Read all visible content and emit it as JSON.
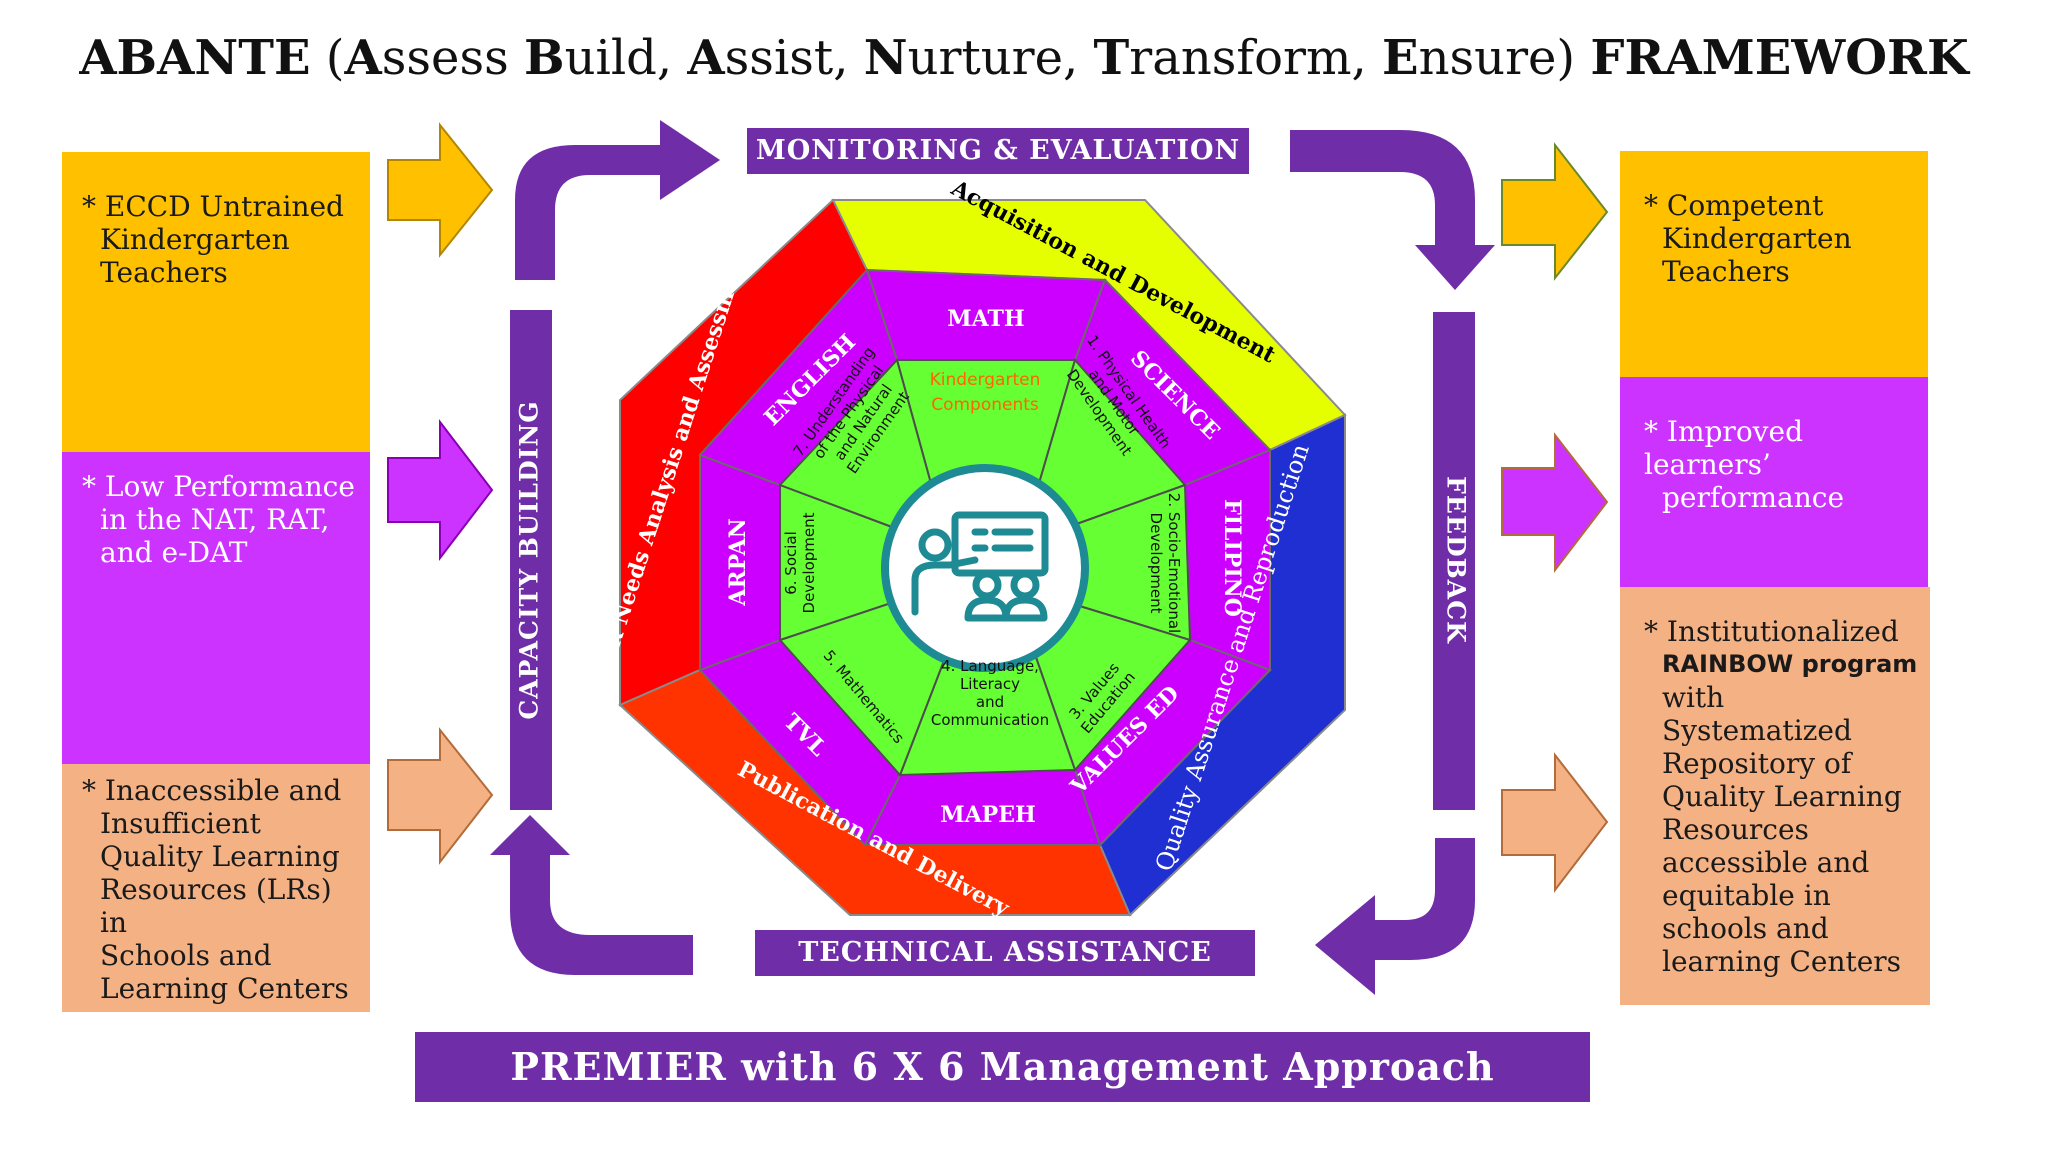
{
  "title": {
    "prefix": "ABANTE",
    "acronym": [
      {
        "cap": "A",
        "rest": "ssess "
      },
      {
        "cap": "B",
        "rest": "uild, "
      },
      {
        "cap": "A",
        "rest": "ssist, "
      },
      {
        "cap": "N",
        "rest": "urture, "
      },
      {
        "cap": "T",
        "rest": "ransform, "
      },
      {
        "cap": "E",
        "rest": "nsure"
      }
    ],
    "suffix": "FRAMEWORK"
  },
  "inputs": [
    {
      "lines": [
        "ECCD Untrained",
        "Kindergarten",
        "Teachers"
      ],
      "color": "#ffc000"
    },
    {
      "lines": [
        "Low Performance",
        "in the NAT, RAT,",
        "and e-DAT"
      ],
      "color": "#cc33ff"
    },
    {
      "lines": [
        "Inaccessible and",
        "Insufficient",
        "Quality  Learning",
        "Resources (LRs) in",
        "Schools and",
        "Learning Centers"
      ],
      "color": "#f4b183"
    }
  ],
  "outputs": [
    {
      "lines": [
        "Competent",
        "Kindergarten",
        "Teachers"
      ],
      "color": "#ffc000"
    },
    {
      "lines": [
        "Improved learners’",
        "performance"
      ],
      "color": "#cc33ff"
    },
    {
      "lines": [
        "Institutionalized",
        "RAINBOW program",
        "with Systematized",
        "Repository of",
        "Quality Learning",
        "Resources",
        "accessible and",
        "equitable in",
        "schools and",
        "learning Centers"
      ],
      "bold_line": "RAINBOW program",
      "color": "#f4b183"
    }
  ],
  "cycle": {
    "top": "MONITORING & EVALUATION",
    "left": "CAPACITY BUILDING",
    "right": "FEEDBACK",
    "bottom": "TECHNICAL ASSISTANCE"
  },
  "outer_ring": [
    {
      "text": "LR Needs  Analysis  and Assessment",
      "color": "#ff0000"
    },
    {
      "text": "Acquisition  and Development",
      "color": "#e6ff00"
    },
    {
      "text": "Quality Assurance  and Reproduction",
      "color": "#1f2fd1"
    },
    {
      "text": "Publication  and Delivery",
      "color": "#ff3300"
    }
  ],
  "subjects": [
    "MATH",
    "SCIENCE",
    "FILIPINO",
    "VALUES ED",
    "MAPEH",
    "TVL",
    "ARPAN",
    "ENGLISH"
  ],
  "components": [
    "1. Physical Health and Motor Development",
    "2. Socio-Emotional Development",
    "3. Values Education",
    "4. Language, Literacy and Communication",
    "5. Mathematics",
    "6. Social Development",
    "7. Understanding of the Physical and Natural Environment"
  ],
  "center_label": "Kindergarten Components",
  "center_icon": "teacher-presentation-icon",
  "footer": "PREMIER with 6 X 6 Management Approach",
  "colors": {
    "purple": "#6f2da8",
    "subject_ring": "#cc00ff",
    "component_green": "#66ff33",
    "teal_icon": "#1e8a94"
  }
}
